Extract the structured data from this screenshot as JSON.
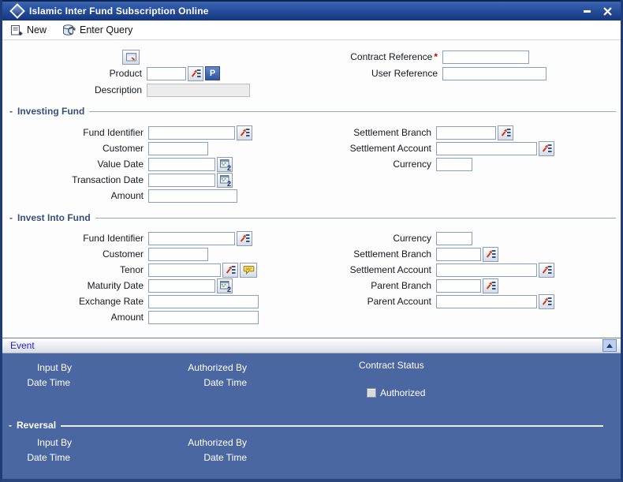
{
  "window": {
    "title": "Islamic Inter Fund Subscription Online"
  },
  "toolbar": {
    "new_label": "New",
    "enter_query_label": "Enter Query"
  },
  "ui": {
    "collapse_dash": "-"
  },
  "icons": {
    "minimize": "minus-glyph",
    "close": "x-glyph",
    "new": "document-plus",
    "enter_query": "database-arrow",
    "lov": "red-arrow-list",
    "calendar": "mini-calendar",
    "calendar_digit": "2",
    "product_preview": "window-red-arrow",
    "tenor_note": "yellow-speech-bubble",
    "scroll_up": "up-triangle"
  },
  "colors": {
    "titlebar_top": "#3a66b2",
    "titlebar_bottom": "#16367a",
    "window_border": "#1e3c78",
    "footer_bg": "#4b67a1",
    "event_link": "#2323cc",
    "section_title": "#35507e",
    "required_asterisk": "#cc0000",
    "input_border": "#86a0bd",
    "lov_arrow": "#cf3a12",
    "lov_lines": "#1e3f7f"
  },
  "header_fields": {
    "product_label": "Product",
    "product_value": "",
    "p_button_label": "P",
    "description_label": "Description",
    "description_value": "",
    "contract_reference_label": "Contract Reference",
    "required_marker": "*",
    "contract_reference_value": "",
    "user_reference_label": "User Reference",
    "user_reference_value": ""
  },
  "investing_fund": {
    "section_title": "Investing Fund",
    "fund_identifier_label": "Fund Identifier",
    "customer_label": "Customer",
    "value_date_label": "Value Date",
    "transaction_date_label": "Transaction Date",
    "amount_label": "Amount",
    "settlement_branch_label": "Settlement Branch",
    "settlement_account_label": "Settlement Account",
    "currency_label": "Currency"
  },
  "invest_into_fund": {
    "section_title": "Invest Into Fund",
    "fund_identifier_label": "Fund Identifier",
    "customer_label": "Customer",
    "tenor_label": "Tenor",
    "maturity_date_label": "Maturity Date",
    "exchange_rate_label": "Exchange Rate",
    "amount_label": "Amount",
    "currency_label": "Currency",
    "settlement_branch_label": "Settlement Branch",
    "settlement_account_label": "Settlement Account",
    "parent_branch_label": "Parent Branch",
    "parent_account_label": "Parent Account"
  },
  "event_bar": {
    "label": "Event"
  },
  "audit": {
    "input_by_label": "Input By",
    "date_time_label": "Date Time",
    "authorized_by_label": "Authorized By",
    "auth_date_time_label": "Date Time",
    "contract_status_label": "Contract Status",
    "authorized_checkbox_label": "Authorized",
    "authorized_checked": false
  },
  "reversal": {
    "section_title": "Reversal",
    "input_by_label": "Input By",
    "date_time_label": "Date Time",
    "authorized_by_label": "Authorized By",
    "auth_date_time_label": "Date Time"
  }
}
